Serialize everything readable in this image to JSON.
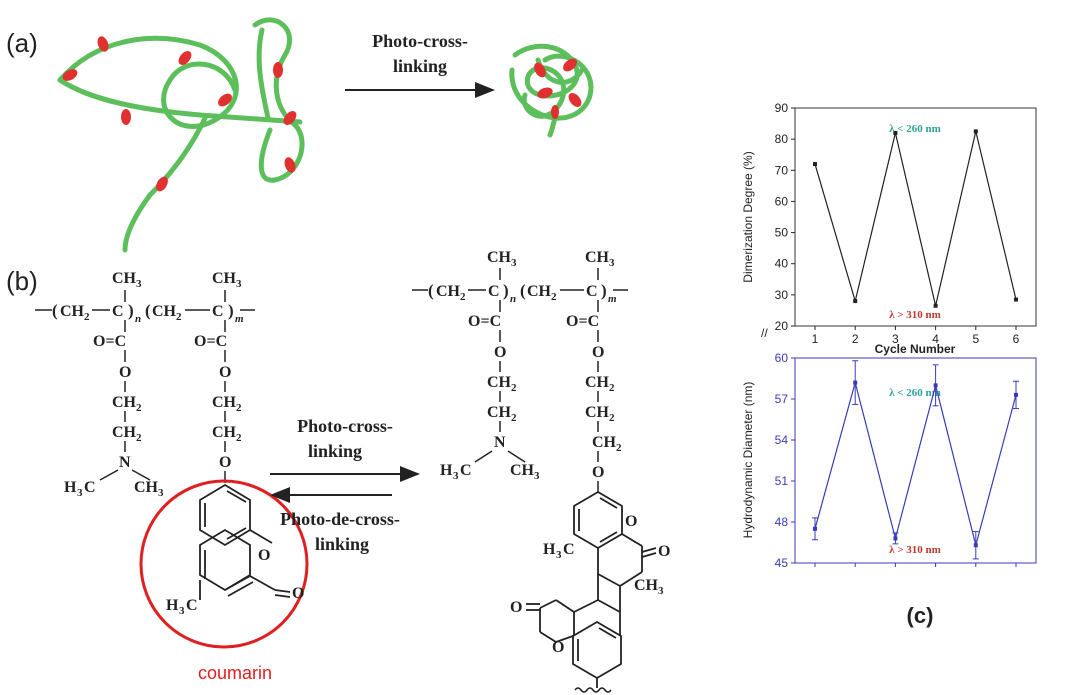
{
  "labels": {
    "panel_a": "(a)",
    "panel_b": "(b)",
    "panel_c": "(c)",
    "coumarin": "coumarin"
  },
  "arrows": {
    "a_line1": "Photo-cross-",
    "a_line2": "linking",
    "b_fwd_line1": "Photo-cross-",
    "b_fwd_line2": "linking",
    "b_rev_line1": "Photo-de-cross-",
    "b_rev_line2": "linking"
  },
  "chem": {
    "ch3": "CH",
    "sub3": "3",
    "ch2": "CH",
    "sub2": "2",
    "c": "C",
    "o": "O",
    "n": "N",
    "oc": "O=C",
    "h3c": "H",
    "h3c_tail": "C",
    "subn": "n",
    "subm": "m"
  },
  "colors": {
    "polymer": "#5cbf5c",
    "coumarin_unit": "#e03030",
    "circle": "#e02020",
    "top_series": "#222222",
    "bottom_series": "#3b3bb8",
    "uv_short": "#2aa39a",
    "uv_long": "#c0392b"
  },
  "chart_data": [
    {
      "type": "line",
      "ylabel": "Dimerization Degree (%)",
      "xlabel": "Cycle Number",
      "x": [
        1,
        2,
        3,
        4,
        5,
        6
      ],
      "xticks": [
        "1",
        "2",
        "3",
        "4",
        "5",
        "6"
      ],
      "values": [
        72,
        28,
        82,
        26.5,
        82.5,
        28.5
      ],
      "ylim": [
        20,
        90
      ],
      "yticks": [
        "20",
        "30",
        "40",
        "50",
        "60",
        "70",
        "80",
        "90"
      ],
      "annotation_top": "λ < 260 nm",
      "annotation_bottom": "λ > 310 nm"
    },
    {
      "type": "line",
      "ylabel": "Hydrodynamic Diameter (nm)",
      "x": [
        1,
        2,
        3,
        4,
        5,
        6
      ],
      "values": [
        47.5,
        58.2,
        46.8,
        58.0,
        46.3,
        57.3
      ],
      "errors": [
        0.8,
        1.6,
        0.4,
        1.5,
        1.0,
        1.0
      ],
      "ylim": [
        45,
        60
      ],
      "yticks": [
        "45",
        "48",
        "51",
        "54",
        "57",
        "60"
      ],
      "annotation_top": "λ < 260 nm",
      "annotation_bottom": "λ > 310 nm"
    }
  ]
}
